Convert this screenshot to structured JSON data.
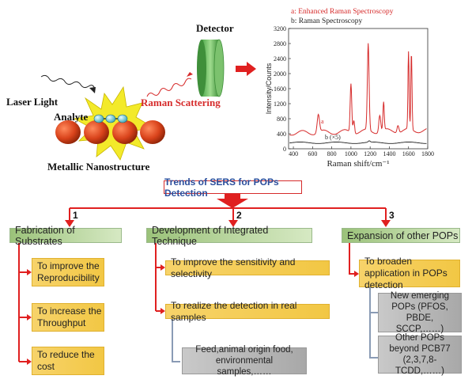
{
  "illustration": {
    "detector_label": "Detector",
    "laser_label": "Laser Light",
    "analyte_label": "Analyte",
    "scattering_label": "Raman Scattering",
    "nanostructure_label": "Metallic Nanostructure"
  },
  "spectrum": {
    "legend_a": "a: Enhanced Raman Spectroscopy",
    "legend_b": "b: Raman Spectroscopy",
    "curve_a_label": "a",
    "curve_b_label": "b (×5)",
    "ylabel": "Intensity/Counts",
    "xlabel": "Raman shift/cm⁻¹",
    "xticks": [
      "400",
      "600",
      "800",
      "1000",
      "1200",
      "1400",
      "1600",
      "1800"
    ],
    "yticks": [
      "0",
      "400",
      "800",
      "1200",
      "1600",
      "2000",
      "2400",
      "2800",
      "3200"
    ],
    "colors": {
      "a": "#d62b2b",
      "b": "#222222"
    }
  },
  "tree": {
    "title": "Trends of SERS for POPs Detection",
    "branches": [
      {
        "number": "1",
        "label": "Fabrication of Substrates",
        "items": [
          "To improve the Reproducibility",
          "To increase the Throughput",
          "To reduce the cost"
        ]
      },
      {
        "number": "2",
        "label": "Development of Integrated Technique",
        "items": [
          "To improve the sensitivity and selectivity",
          "To realize the detection in real samples"
        ],
        "examples": [
          "Feed,animal origin food, environmental samples,……"
        ]
      },
      {
        "number": "3",
        "label": "Expansion of other POPs",
        "items": [
          "To broaden application in POPs detection"
        ],
        "examples": [
          "New emerging POPs (PFOS, PBDE, SCCP,……)",
          "Other POPs beyond PCB77 (2,3,7,8-TCDD,……)"
        ]
      }
    ],
    "colors": {
      "arrow": "#e02020",
      "connector": "#8a9bb5"
    }
  }
}
